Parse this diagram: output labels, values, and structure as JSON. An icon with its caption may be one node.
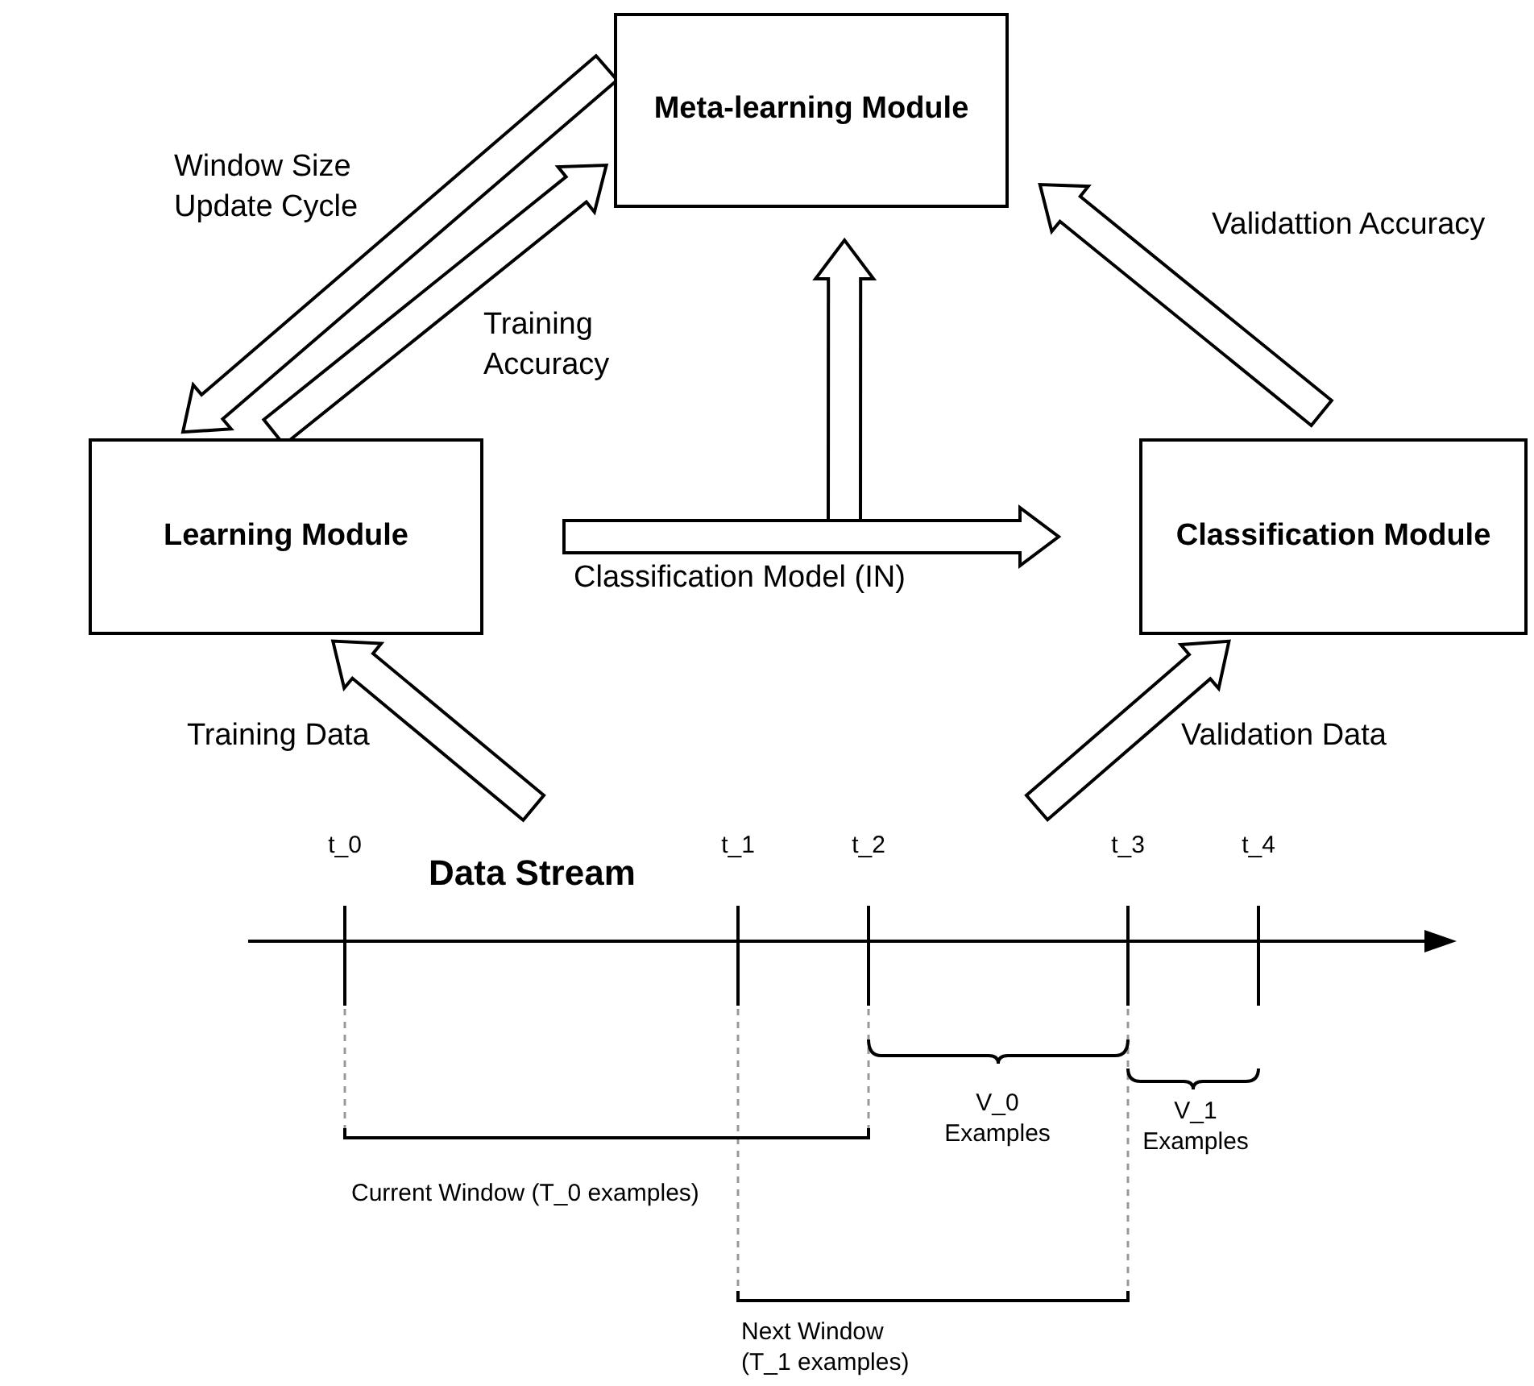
{
  "diagram": {
    "nodes": [
      {
        "text": [
          "Meta-learning Module"
        ]
      },
      {
        "text": [
          "Learning Module"
        ]
      },
      {
        "text": [
          "Classification Module"
        ]
      },
      {
        "text": [
          "Data Stream"
        ]
      }
    ],
    "edges": [
      {
        "from": 0,
        "to": 1,
        "arrow": "to",
        "label": "Window Size Update Cycle"
      },
      {
        "from": 1,
        "to": 0,
        "arrow": "to",
        "label": "Training Accuracy"
      },
      {
        "from": 1,
        "to": 2,
        "arrow": "to",
        "label": "Classification Model (IN)"
      },
      {
        "from": 1,
        "to": 0,
        "arrow": "to"
      },
      {
        "from": 2,
        "to": 0,
        "arrow": "to",
        "label": "Validattion Accuracy"
      },
      {
        "from": 3,
        "to": 1,
        "arrow": "to",
        "label": "Training Data"
      },
      {
        "from": null,
        "to": 2,
        "arrow": "to",
        "label": "Validation Data"
      }
    ],
    "labels": [
      "t_0",
      "t_1",
      "t_2",
      "t_3",
      "t_4",
      "V_0 Examples",
      "V_1 Examples",
      "Current Window (T_0 examples)",
      "Next Window (T_1 examples)"
    ]
  }
}
